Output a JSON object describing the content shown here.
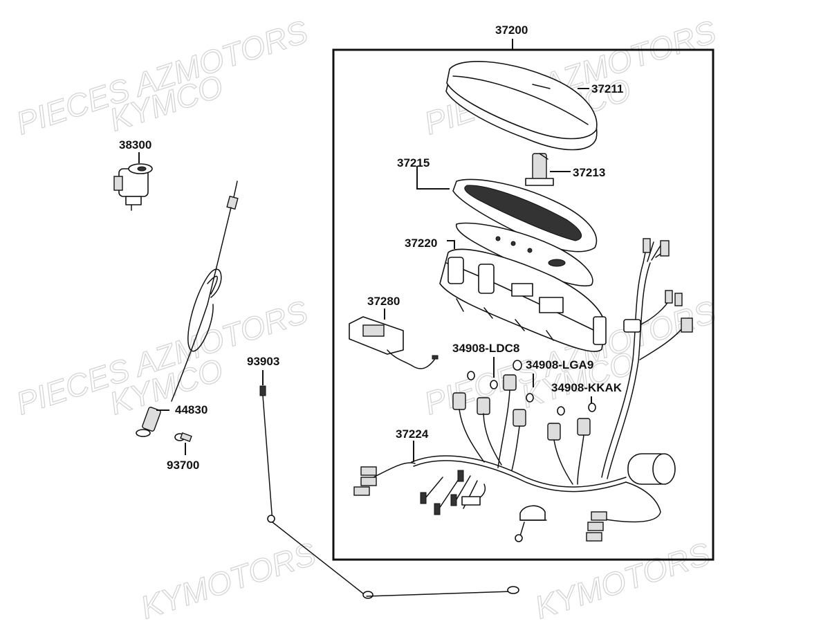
{
  "watermarks": {
    "pieces_azmotors": "PIECES AZMOTORS",
    "kymco": "KYMCO",
    "azmotors": "AZMOTORS",
    "kymotors": "KYMOTORS"
  },
  "callouts": {
    "c37200": "37200",
    "c37211": "37211",
    "c37215": "37215",
    "c37213": "37213",
    "c37220": "37220",
    "c37280": "37280",
    "c34908_ldc8": "34908-LDC8",
    "c34908_lga9": "34908-LGA9",
    "c34908_kkak": "34908-KKAK",
    "c37224": "37224",
    "c38300": "38300",
    "c44830": "44830",
    "c93700": "93700",
    "c93903": "93903"
  }
}
